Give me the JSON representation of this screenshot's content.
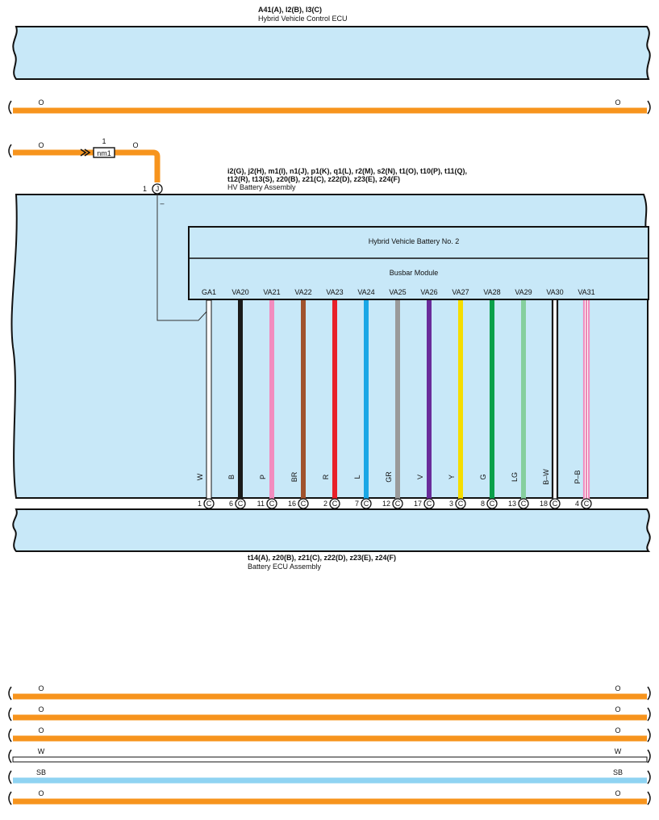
{
  "hvc_ecu": {
    "connector": "A41(A), I2(B), I3(C)",
    "name": "Hybrid Vehicle Control ECU"
  },
  "top_wire": {
    "left": "O",
    "right": "O"
  },
  "junction_wire": {
    "left_color": "O",
    "connector": "nm1",
    "connector_pin": "1",
    "right_color": "O"
  },
  "hv_connector": {
    "pin": "1",
    "tag": "J",
    "polarity": "–"
  },
  "hv_battery": {
    "connector_line1": "i2(G), j2(H), m1(I), n1(J), p1(K), q1(L), r2(M), s2(N), t1(O), t10(P), t11(Q),",
    "connector_line2": "t12(R), t13(S), z20(B), z21(C), z22(D), z23(E), z24(F)",
    "name": "HV Battery Assembly"
  },
  "battery_no2": {
    "title": "Hybrid Vehicle Battery No.  2"
  },
  "busbar": {
    "title": "Busbar Module"
  },
  "wires": [
    {
      "label": "GA1",
      "color": "W",
      "pin": "1",
      "tag": "C",
      "hex": "#ffffff"
    },
    {
      "label": "VA20",
      "color": "B",
      "pin": "6",
      "tag": "C",
      "hex": "#1a1a1a"
    },
    {
      "label": "VA21",
      "color": "P",
      "pin": "11",
      "tag": "C",
      "hex": "#f28cbf"
    },
    {
      "label": "VA22",
      "color": "BR",
      "pin": "16",
      "tag": "C",
      "hex": "#a0522d"
    },
    {
      "label": "VA23",
      "color": "R",
      "pin": "2",
      "tag": "C",
      "hex": "#e8202a"
    },
    {
      "label": "VA24",
      "color": "L",
      "pin": "7",
      "tag": "C",
      "hex": "#1aa7e6"
    },
    {
      "label": "VA25",
      "color": "GR",
      "pin": "12",
      "tag": "C",
      "hex": "#9a9a9a"
    },
    {
      "label": "VA26",
      "color": "V",
      "pin": "17",
      "tag": "C",
      "hex": "#6a2c9a"
    },
    {
      "label": "VA27",
      "color": "Y",
      "pin": "3",
      "tag": "C",
      "hex": "#f5dd00"
    },
    {
      "label": "VA28",
      "color": "G",
      "pin": "8",
      "tag": "C",
      "hex": "#0aa04a"
    },
    {
      "label": "VA29",
      "color": "LG",
      "pin": "13",
      "tag": "C",
      "hex": "#86cf9e"
    },
    {
      "label": "VA30",
      "color": "B–W",
      "pin": "18",
      "tag": "C",
      "hex": "#1a1a1a"
    },
    {
      "label": "VA31",
      "color": "P–B",
      "pin": "4",
      "tag": "C",
      "hex": "#f28cbf"
    }
  ],
  "battery_ecu": {
    "connector": "t14(A), z20(B), z21(C), z22(D), z23(E), z24(F)",
    "name": "Battery ECU Assembly"
  },
  "bottom_wires": [
    {
      "left": "O",
      "right": "O",
      "hex": "#f7941d"
    },
    {
      "left": "O",
      "right": "O",
      "hex": "#f7941d"
    },
    {
      "left": "O",
      "right": "O",
      "hex": "#f7941d"
    },
    {
      "left": "W",
      "right": "W",
      "hex": "#ffffff"
    },
    {
      "left": "SB",
      "right": "SB",
      "hex": "#8fd3f2"
    },
    {
      "left": "O",
      "right": "O",
      "hex": "#f7941d"
    }
  ],
  "colors": {
    "orange": "#f7941d",
    "panel": "#c8e8f8"
  }
}
